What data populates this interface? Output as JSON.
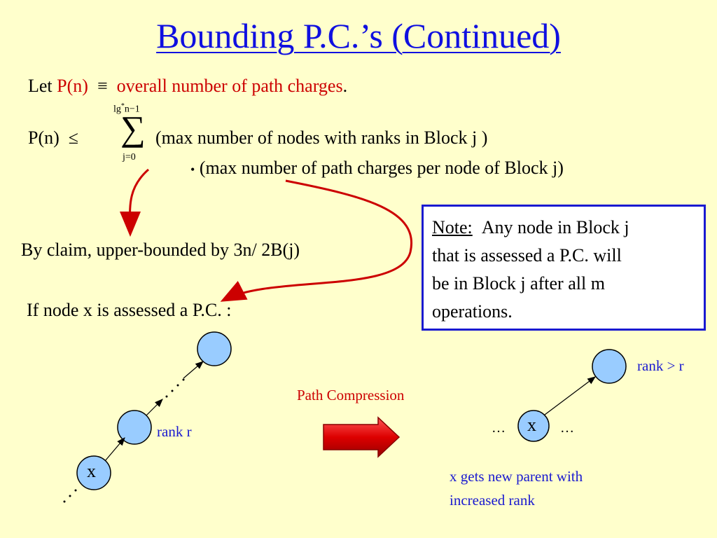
{
  "slide": {
    "title": "Bounding P.C.’s (Continued)",
    "let_prefix": "Let",
    "let_pn": "P(n)",
    "let_equiv": "≡",
    "let_def": "overall number of path charges",
    "let_period": ".",
    "sum_upper": "lg*n−1",
    "sum_upper_base": "lg",
    "sum_upper_star": "*",
    "sum_upper_rest": "n−1",
    "sigma": "∑",
    "sum_lower": "j=0",
    "ineq_lhs": "P(n)",
    "ineq_sign": "≤",
    "term1": "(max number of nodes with ranks in Block j )",
    "term2_bullet": "•",
    "term2": "(max number of path charges per node of Block j)",
    "claim": "By claim, upper-bounded by 3n/ 2B(j)",
    "if_node": "If node x is assessed a P.C. :",
    "note_label": "Note:",
    "note_text_1": "Any node in Block j",
    "note_text_2": "that is assessed a P.C. will",
    "note_text_3": "be in Block j after all m",
    "note_text_4": "operations.",
    "path_compression": "Path Compression",
    "rank_r": "rank r",
    "rank_gt_r": "rank > r",
    "node_x_left": "x",
    "node_x_right": "x",
    "ellipsis_left": "…",
    "ellipsis_right": "…",
    "result_line1": "x gets new parent with",
    "result_line2": "increased rank"
  },
  "colors": {
    "background": "#FFFFCC",
    "title": "#1010E0",
    "highlight_red": "#CC0000",
    "annotation_blue": "#1a1aD0",
    "node_fill": "#99CCFF",
    "arrow_red": "#CC0000"
  }
}
